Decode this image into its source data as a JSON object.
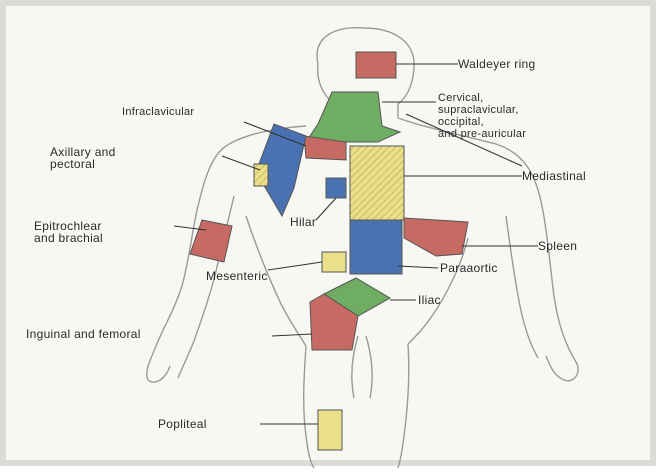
{
  "colors": {
    "outline": "#9a9a9a",
    "leader": "#333333",
    "pink": "#c76a63",
    "blue": "#4a72b3",
    "green": "#6fae62",
    "yellow": "#eadf8a",
    "hatch": "#b9ad52"
  },
  "labels": {
    "waldeyer": "Waldeyer ring",
    "cervical": "Cervical,\nsupraclavicular,\noccipital,\nand pre-auricular",
    "infraclavicular": "Infraclavicular",
    "axillary": "Axillary and\npectoral",
    "mediastinal": "Mediastinal",
    "epitrochlear": "Epitrochlear\nand brachial",
    "hilar": "Hilar",
    "spleen": "Spleen",
    "mesenteric": "Mesenteric",
    "paraaortic": "Paraaortic",
    "iliac": "Iliac",
    "inguinal": "Inguinal and femoral",
    "popliteal": "Popliteal"
  }
}
